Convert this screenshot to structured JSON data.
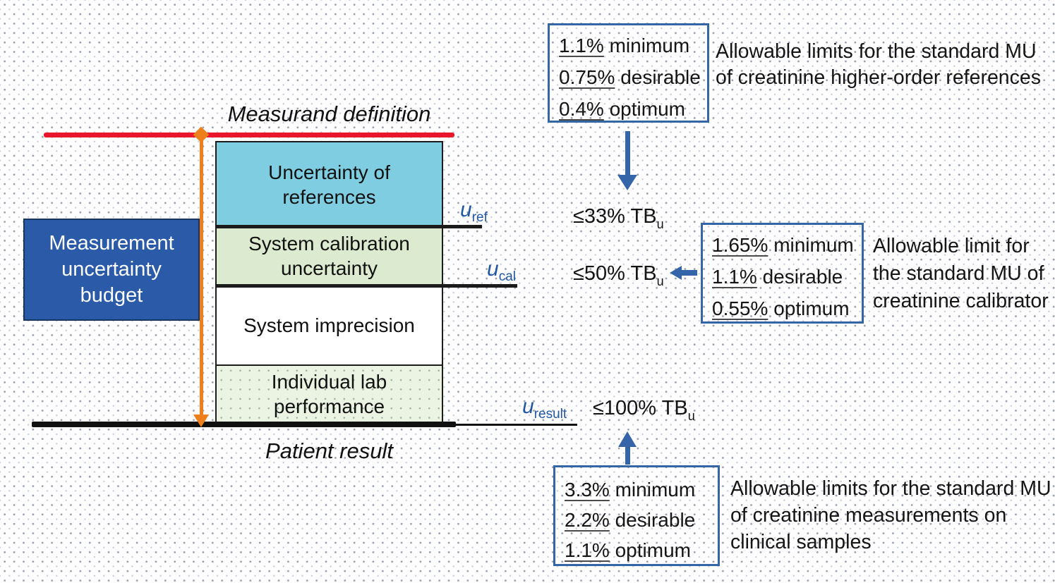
{
  "diagram": {
    "measurand_label": "Measurand definition",
    "patient_label": "Patient result",
    "budget_box": {
      "lines": [
        "Measurement",
        "uncertainty",
        "budget"
      ]
    },
    "stack": {
      "references": {
        "lines": [
          "Uncertainty of",
          "references"
        ]
      },
      "calibration": {
        "lines": [
          "System calibration",
          "uncertainty"
        ]
      },
      "imprecision": {
        "lines": [
          "System imprecision"
        ]
      },
      "lab": {
        "lines": [
          "Individual lab",
          "performance"
        ]
      }
    },
    "u_labels": {
      "ref": {
        "base": "u",
        "sub": "ref"
      },
      "cal": {
        "base": "u",
        "sub": "cal"
      },
      "result": {
        "base": "u",
        "sub": "result"
      }
    },
    "limits": {
      "ref": {
        "text": "≤33% TB",
        "sub": "u"
      },
      "cal": {
        "text": "≤50% TB",
        "sub": "u"
      },
      "result": {
        "text": "≤100% TB",
        "sub": "u"
      }
    }
  },
  "callouts": {
    "references": {
      "rows": [
        {
          "value": "1.1%",
          "label": "minimum"
        },
        {
          "value": "0.75%",
          "label": "desirable"
        },
        {
          "value": "0.4%",
          "label": "optimum"
        }
      ],
      "annotation_lines": [
        "Allowable limits for the standard MU",
        "of creatinine higher-order references"
      ]
    },
    "calibrator": {
      "rows": [
        {
          "value": "1.65%",
          "label": "minimum"
        },
        {
          "value": "1.1%",
          "label": "desirable"
        },
        {
          "value": "0.55%",
          "label": "optimum"
        }
      ],
      "annotation_lines": [
        "Allowable limit for",
        "the standard MU of",
        "creatinine calibrator"
      ]
    },
    "samples": {
      "rows": [
        {
          "value": "3.3%",
          "label": "minimum"
        },
        {
          "value": "2.2%",
          "label": "desirable"
        },
        {
          "value": "1.1%",
          "label": "optimum"
        }
      ],
      "annotation_lines": [
        "Allowable limits for the standard MU",
        "of creatinine measurements on",
        "clinical samples"
      ]
    }
  },
  "colors": {
    "accent_blue": "#3465a4",
    "red_line": "#e8172c",
    "orange_arrow": "#ee7f1d",
    "budget_fill": "#2a5aa8",
    "references_fill": "#7fcde0",
    "calibration_fill": "#dcead0",
    "imprecision_fill": "#ffffff",
    "lab_fill": "#ebf3e2",
    "u_label_blue": "#2257a4"
  }
}
